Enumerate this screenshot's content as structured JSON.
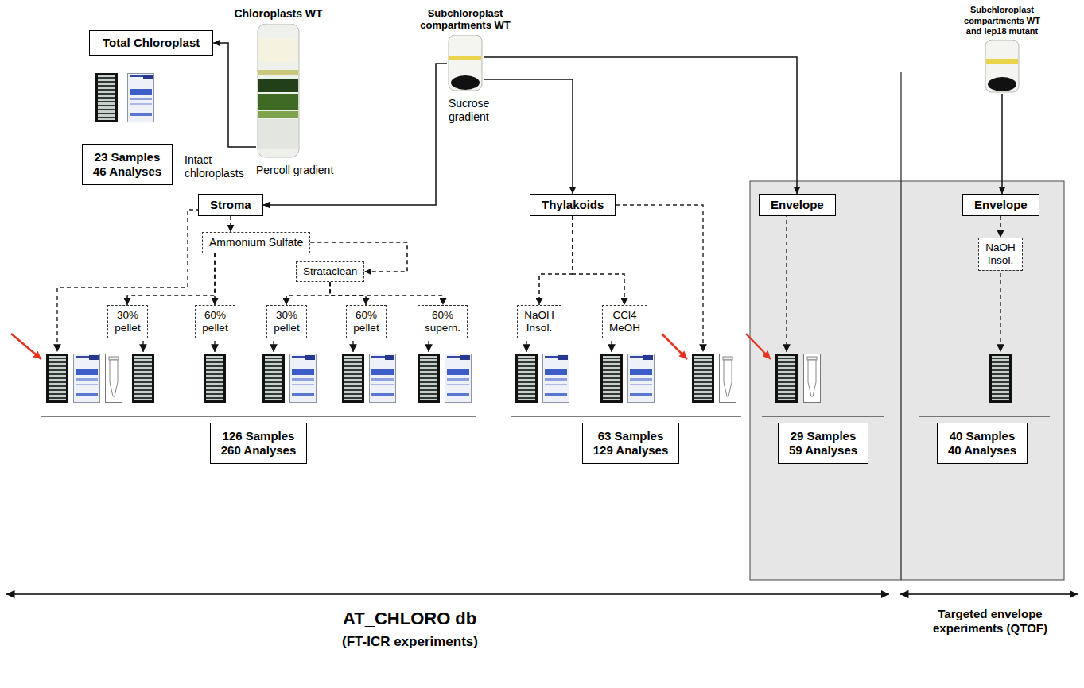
{
  "diagram": {
    "nodes": [
      {
        "text": [
          "Total Chloroplast"
        ]
      },
      {
        "text": [
          "Chloroplasts WT",
          "Percoll gradient"
        ]
      },
      {
        "text": [
          "Subchloroplast compartments WT",
          "Sucrose gradient"
        ]
      },
      {
        "text": [
          "Subchloroplast compartments WT and iep18 mutant"
        ]
      },
      {
        "text": [
          "23 Samples 46 Analyses"
        ]
      },
      {
        "text": [
          "Stroma"
        ]
      },
      {
        "text": [
          "Thylakoids"
        ]
      },
      {
        "text": [
          "Envelope"
        ]
      },
      {
        "text": [
          "Envelope"
        ]
      },
      {
        "text": [
          "Ammonium Sulfate"
        ]
      },
      {
        "text": [
          "Strataclean"
        ]
      },
      {
        "text": [
          "NaOH Insol."
        ]
      },
      {
        "text": [
          "30% pellet"
        ]
      },
      {
        "text": [
          "60% pellet"
        ]
      },
      {
        "text": [
          "30% pellet"
        ]
      },
      {
        "text": [
          "60% pellet"
        ]
      },
      {
        "text": [
          "60% supern."
        ]
      },
      {
        "text": [
          "NaOH Insol."
        ]
      },
      {
        "text": [
          "CCl4 MeOH"
        ]
      },
      {
        "text": [
          "126 Samples 260 Analyses"
        ]
      },
      {
        "text": [
          "63 Samples 129 Analyses"
        ]
      },
      {
        "text": [
          "29 Samples 59 Analyses"
        ]
      },
      {
        "text": [
          "40 Samples 40 Analyses"
        ]
      }
    ],
    "edges": [
      {
        "from": 1,
        "to": 0,
        "arrow": "to",
        "label": "Intact chloroplasts"
      },
      {
        "from": 2,
        "to": 5,
        "arrow": "to"
      },
      {
        "from": 2,
        "to": 6,
        "arrow": "to"
      },
      {
        "from": 2,
        "to": 7,
        "arrow": "to"
      },
      {
        "from": 3,
        "to": 8,
        "arrow": "to"
      },
      {
        "from": 5,
        "to": 9,
        "arrow": "to"
      },
      {
        "from": 9,
        "to": 10,
        "arrow": "to"
      },
      {
        "from": 9,
        "to": 12,
        "arrow": "to"
      },
      {
        "from": 9,
        "to": 13,
        "arrow": "to"
      },
      {
        "from": 10,
        "to": 14,
        "arrow": "to"
      },
      {
        "from": 10,
        "to": 15,
        "arrow": "to"
      },
      {
        "from": 10,
        "to": 16,
        "arrow": "to"
      },
      {
        "from": 6,
        "to": 17,
        "arrow": "to"
      },
      {
        "from": 6,
        "to": 18,
        "arrow": "to"
      },
      {
        "from": 8,
        "to": 11,
        "arrow": "to"
      }
    ],
    "labels": [
      "AT_CHLORO db",
      "(FT-ICR experiments)",
      "Targeted envelope experiments (QTOF)"
    ]
  }
}
